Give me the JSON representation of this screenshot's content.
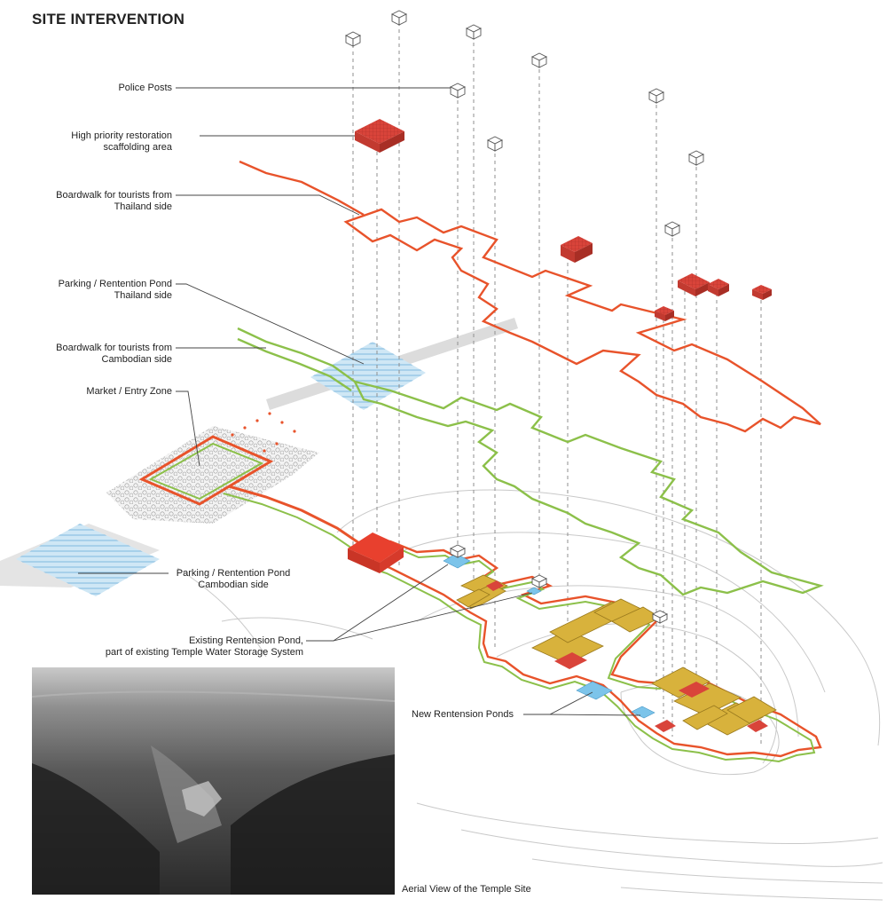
{
  "title": "SITE INTERVENTION",
  "labels": {
    "police_posts": "Police Posts",
    "scaffolding": [
      "High priority restoration",
      "scaffolding area"
    ],
    "boardwalk_thailand": [
      "Boardwalk for tourists from",
      "Thailand side"
    ],
    "parking_thailand": [
      "Parking / Rentention Pond",
      "Thailand side"
    ],
    "boardwalk_cambodia": [
      "Boardwalk for tourists from",
      "Cambodian side"
    ],
    "market": "Market / Entry Zone",
    "parking_cambodia": [
      "Parking / Rentention Pond",
      "Cambodian side"
    ],
    "existing_pond": [
      "Existing Rentension Pond,",
      "part of existing Temple Water Storage System"
    ],
    "new_ponds": "New Rentension Ponds"
  },
  "photo_caption": "Aerial View of the Temple Site",
  "colors": {
    "red_path": "#e8532b",
    "green_path": "#8cc04a",
    "scaffold_red": "#d9443a",
    "temple_gold": "#d8b23c",
    "pond_blue": "#7cc4ea",
    "leader": "#444444",
    "dashed": "#8a8a8a",
    "contour": "#c8c8c8"
  }
}
